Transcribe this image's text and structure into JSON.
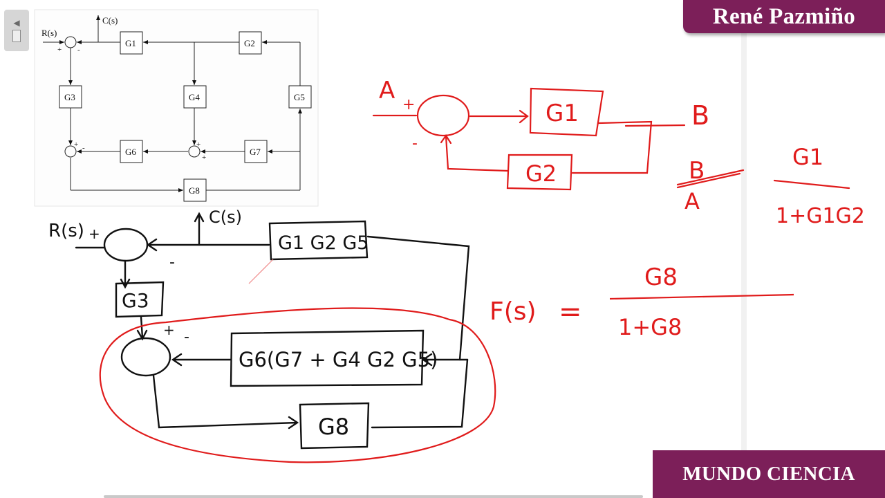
{
  "brand": {
    "author": "René Pazmiño",
    "channel": "MUNDO CIENCIA"
  },
  "reference_diagram": {
    "input_label": "R(s)",
    "output_label": "C(s)",
    "blocks": [
      "G1",
      "G2",
      "G3",
      "G4",
      "G5",
      "G6",
      "G7",
      "G8"
    ],
    "signs": {
      "plus": "+",
      "minus": "-"
    }
  },
  "feedback_example": {
    "input": "A",
    "output": "B",
    "forward_block": "G1",
    "feedback_block": "G2",
    "sign_plus": "+",
    "sign_minus": "-",
    "lhs": "B",
    "lhs_den": "A",
    "equals": "=",
    "numerator": "G1",
    "denominator": "1+G1G2"
  },
  "reduced_diagram": {
    "input": "R(s)",
    "output": "C(s)",
    "feedback_block": "G1 G2 G5",
    "block_g3": "G3",
    "middle_block": "G6(G7 + G4 G2 G5)",
    "lower_block": "G8",
    "sign_plus": "+",
    "sign_minus": "-"
  },
  "result": {
    "lhs": "F(s)",
    "equals": "=",
    "numerator": "G8",
    "denominator": "1+G8"
  }
}
